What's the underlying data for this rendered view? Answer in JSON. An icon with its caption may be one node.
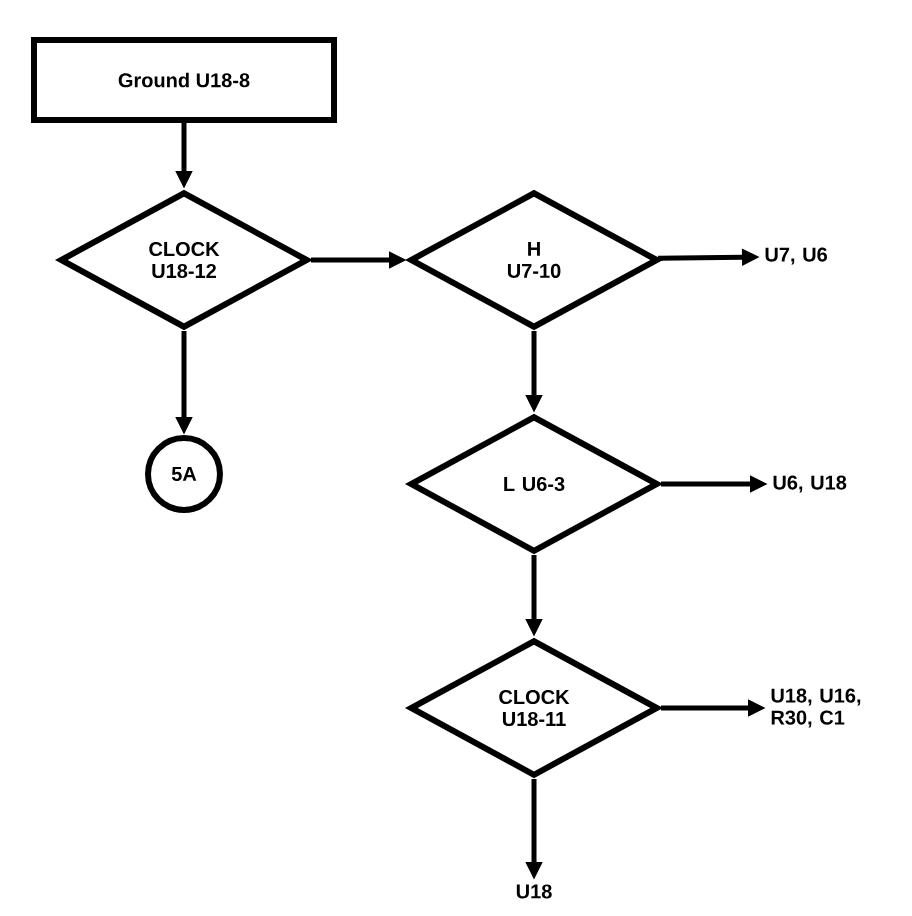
{
  "diagram": {
    "nodes": [
      {
        "text": [
          "Ground U18-8"
        ]
      },
      {
        "text": [
          "CLOCK U18-12"
        ]
      },
      {
        "text": [
          "5A"
        ]
      },
      {
        "text": [
          "H U7-10"
        ]
      },
      {
        "text": [
          "U7, U6"
        ]
      },
      {
        "text": [
          "L U6-3"
        ]
      },
      {
        "text": [
          "U6, U18"
        ]
      },
      {
        "text": [
          "CLOCK U18-11"
        ]
      },
      {
        "text": [
          "U18, U16, R30, C1"
        ]
      },
      {
        "text": [
          "U18"
        ]
      }
    ],
    "edges": [
      {
        "from": 0,
        "to": 1,
        "arrow": "to"
      },
      {
        "from": 1,
        "to": 2,
        "arrow": "to"
      },
      {
        "from": 1,
        "to": 3,
        "arrow": "to"
      },
      {
        "from": 3,
        "to": 4,
        "arrow": "to"
      },
      {
        "from": 3,
        "to": 5,
        "arrow": "to"
      },
      {
        "from": 5,
        "to": 6,
        "arrow": "to"
      },
      {
        "from": 5,
        "to": 7,
        "arrow": "to"
      },
      {
        "from": 7,
        "to": 8,
        "arrow": "to"
      },
      {
        "from": 7,
        "to": 9,
        "arrow": "to"
      }
    ]
  }
}
